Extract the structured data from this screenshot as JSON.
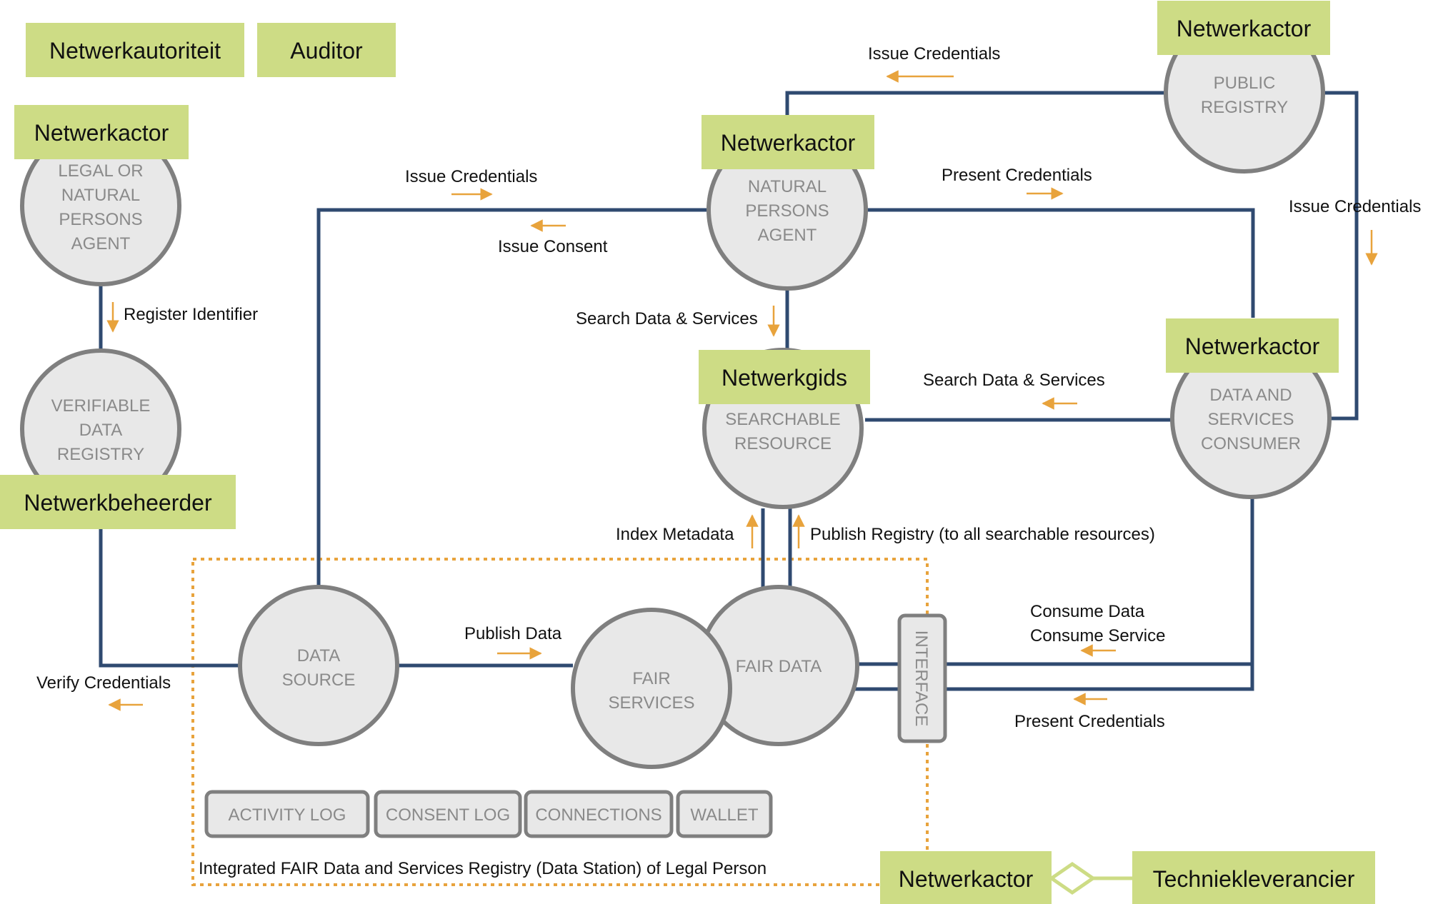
{
  "colors": {
    "connector": "#2f4a70",
    "arrow": "#e8a33c",
    "tag_fill": "#cddc85",
    "node_fill": "#e8e8e8",
    "node_stroke": "#7f7f7f",
    "boundary": "#e8a33c",
    "tech_link": "#cddc85"
  },
  "roles": {
    "authority": "Netwerkautoriteit",
    "auditor": "Auditor",
    "actor_legal": "Netwerkactor",
    "actor_natural": "Netwerkactor",
    "actor_public": "Netwerkactor",
    "actor_consumer": "Netwerkactor",
    "guide": "Netwerkgids",
    "manager": "Netwerkbeheerder",
    "actor_station": "Netwerkactor",
    "tech_supplier": "Techniekleverancier"
  },
  "nodes": {
    "legal_agent": [
      "LEGAL OR",
      "NATURAL",
      "PERSONS",
      "AGENT"
    ],
    "vdr": [
      "VERIFIABLE",
      "DATA",
      "REGISTRY"
    ],
    "natural_agent": [
      "NATURAL",
      "PERSONS",
      "AGENT"
    ],
    "public_registry": [
      "PUBLIC",
      "REGISTRY"
    ],
    "searchable": [
      "SEARCHABLE",
      "RESOURCE"
    ],
    "consumer": [
      "DATA AND",
      "SERVICES",
      "CONSUMER"
    ],
    "data_source": [
      "DATA",
      "SOURCE"
    ],
    "fair_services": [
      "FAIR",
      "SERVICES"
    ],
    "fair_data": "FAIR DATA",
    "interface": "INTERFACE"
  },
  "components": [
    "ACTIVITY LOG",
    "CONSENT LOG",
    "CONNECTIONS",
    "WALLET"
  ],
  "station_caption": "Integrated FAIR Data and Services Registry (Data Station) of Legal Person",
  "edge_labels": {
    "issue_cred_top": "Issue Credentials",
    "issue_cred_left": "Issue Credentials",
    "issue_consent": "Issue Consent",
    "present_cred_top": "Present Credentials",
    "issue_cred_right": "Issue Credentials",
    "register_identifier": "Register Identifier",
    "search_left": "Search Data & Services",
    "search_right": "Search Data & Services",
    "index_metadata": "Index Metadata",
    "publish_registry": "Publish Registry (to all searchable resources)",
    "publish_data": "Publish Data",
    "consume_data": "Consume Data",
    "consume_service": "Consume Service",
    "verify_cred": "Verify Credentials",
    "present_cred_bottom": "Present Credentials"
  }
}
